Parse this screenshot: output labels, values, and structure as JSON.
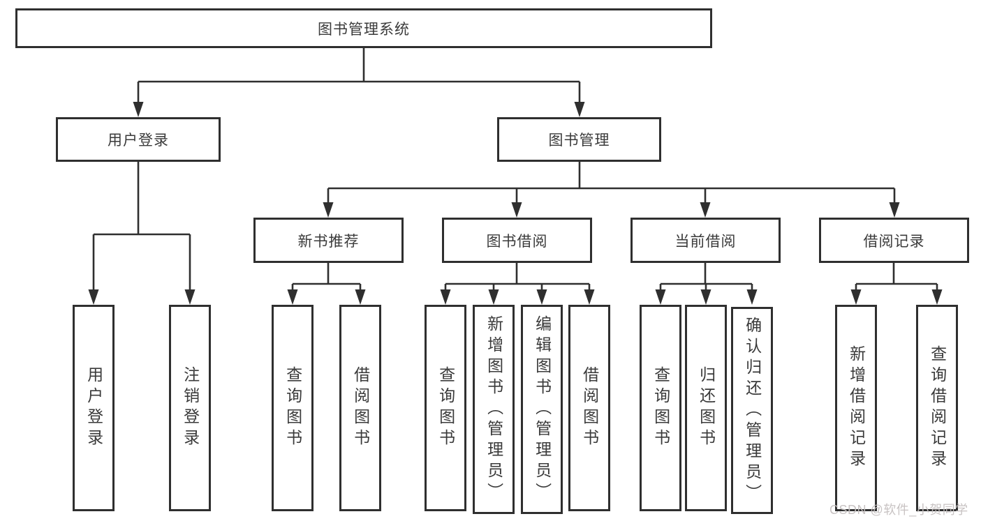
{
  "diagram": {
    "title": "图书管理系统",
    "branches": {
      "user_login": {
        "label": "用户登录",
        "leaves": [
          "用户登录",
          "注销登录"
        ]
      },
      "book_management": {
        "label": "图书管理",
        "children": [
          {
            "label": "新书推荐",
            "leaves": [
              "查询图书",
              "借阅图书"
            ]
          },
          {
            "label": "图书借阅",
            "leaves": [
              "查询图书",
              "新增图书（管理员）",
              "编辑图书（管理员）",
              "借阅图书"
            ]
          },
          {
            "label": "当前借阅",
            "leaves": [
              "查询图书",
              "归还图书",
              "确认归还（管理员）"
            ]
          },
          {
            "label": "借阅记录",
            "leaves": [
              "新增借阅记录",
              "查询借阅记录"
            ]
          }
        ]
      }
    },
    "watermark": "CSDN @软件_小贺同学",
    "colors": {
      "line": "#2f2f2f",
      "box_border": "#2f2f2f",
      "text": "#3a3a3a",
      "watermark": "#c5c0c0",
      "background": "#ffffff"
    }
  }
}
